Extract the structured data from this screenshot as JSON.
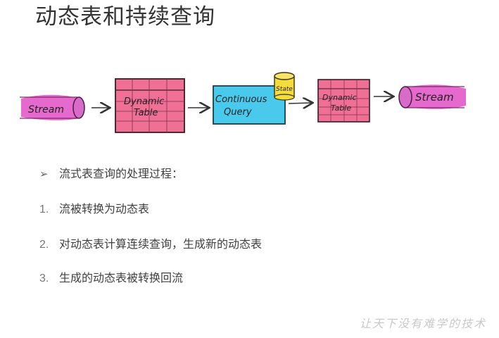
{
  "page": {
    "title": "动态表和持续查询"
  },
  "diagram": {
    "stream_in": "Stream",
    "dynamic_table_in": [
      "Dynamic",
      "Table"
    ],
    "continuous_query": [
      "Continuous",
      "Query"
    ],
    "state": "State",
    "dynamic_table_out": [
      "Dynamic",
      "Table"
    ],
    "stream_out": "Stream",
    "colors": {
      "stream": "#e24fc4",
      "table": "#ef6f95",
      "query": "#49c9ec",
      "state": "#f4dc3a"
    }
  },
  "bullets": {
    "intro_marker": "➢",
    "intro": "流式表查询的处理过程：",
    "steps": [
      {
        "num": "1.",
        "text": "流被转换为动态表"
      },
      {
        "num": "2.",
        "text": "对动态表计算连续查询，生成新的动态表"
      },
      {
        "num": "3.",
        "text": "生成的动态表被转换回流"
      }
    ]
  },
  "watermark": "让天下没有难学的技术"
}
